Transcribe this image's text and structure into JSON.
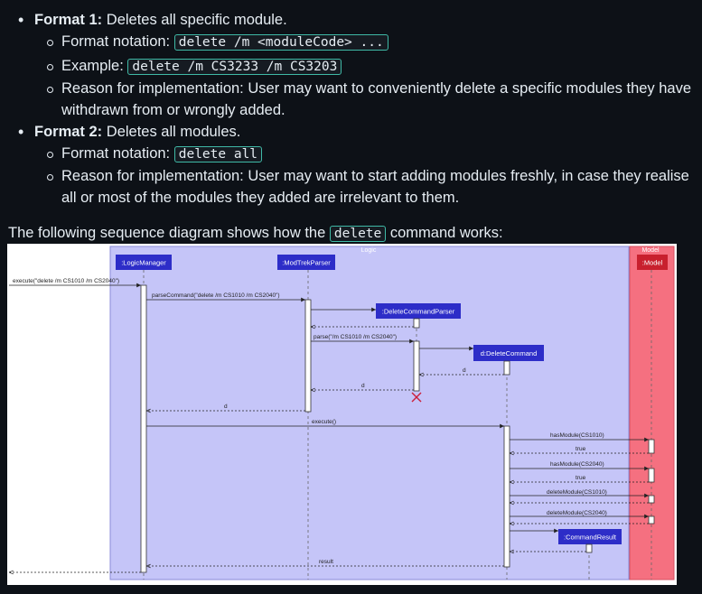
{
  "format1": {
    "label": "Format 1:",
    "desc": " Deletes all specific module.",
    "notation_label": "Format notation: ",
    "notation_code": "delete /m <moduleCode> ...",
    "example_label": "Example: ",
    "example_code": "delete /m CS3233 /m CS3203",
    "reason_label": "Reason for implementation: ",
    "reason_text": "User may want to conveniently delete a specific modules they have withdrawn from or wrongly added."
  },
  "format2": {
    "label": "Format 2:",
    "desc": " Deletes all modules.",
    "notation_label": "Format notation: ",
    "notation_code": "delete all",
    "reason_label": "Reason for implementation: ",
    "reason_text": "User may want to start adding modules freshly, in case they realise all or most of the modules they added are irrelevant to them."
  },
  "intro": {
    "before": "The following sequence diagram shows how the ",
    "code": "delete",
    "after": " command works:"
  },
  "diagram": {
    "frame_logic": "Logic",
    "frame_model": "Model",
    "participants": {
      "logic_manager": ":LogicManager",
      "parser": ":ModTrekParser",
      "delete_parser": ":DeleteCommandParser",
      "delete_command": "d:DeleteCommand",
      "model": ":Model",
      "command_result": ":CommandResult"
    },
    "messages": {
      "execute_call": "execute(\"delete /m CS1010 /m CS2040\")",
      "parse_command": "parseCommand(\"delete /m CS1010 /m CS2040\")",
      "parse": "parse(\"/m CS1010 /m CS2040\")",
      "ret_d1": "d",
      "ret_d2": "d",
      "ret_d3": "d",
      "execute": "execute()",
      "has_module_1": "hasModule(CS1010)",
      "ret_true_1": "true",
      "has_module_2": "hasModule(CS2040)",
      "ret_true_2": "true",
      "delete_module_1": "deleteModule(CS1010)",
      "delete_module_2": "deleteModule(CS2040)",
      "result": "result"
    },
    "colors": {
      "logic_frame": "#c5c5f8",
      "model_frame": "#f57080",
      "participant_logic": "#2d2dc8",
      "participant_model": "#c8202e",
      "destroy": "#cc1f3a"
    }
  }
}
